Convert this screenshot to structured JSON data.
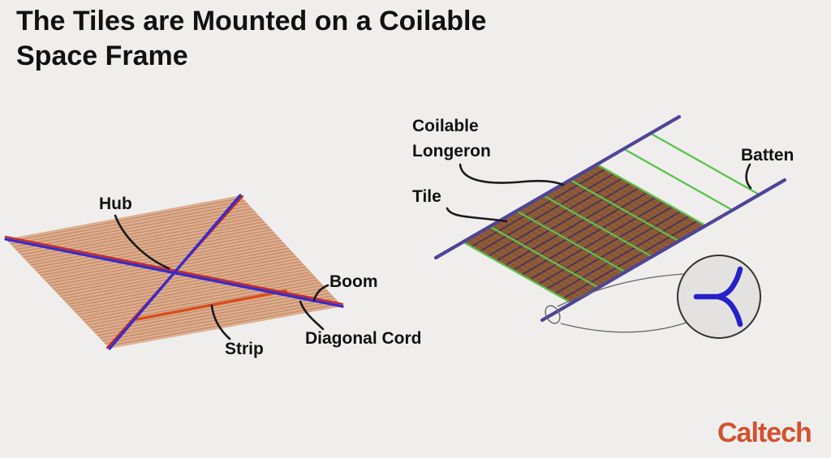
{
  "title": {
    "lines": [
      "The Tiles are Mounted on a Coilable",
      "Space Frame"
    ]
  },
  "left_diagram": {
    "labels": {
      "hub": "Hub",
      "boom": "Boom",
      "strip": "Strip",
      "diagonal_cord": "Diagonal Cord"
    }
  },
  "right_diagram": {
    "labels": {
      "coilable_longeron": "Coilable Longeron",
      "tile": "Tile",
      "batten": "Batten"
    }
  },
  "logo": {
    "text": "Caltech"
  },
  "colors": {
    "background": "#efeeed",
    "title_text": "#111111",
    "label_text": "#111111",
    "membrane_tan": "#dcae92",
    "membrane_stripe": "#c4885f",
    "boom_blue": "#3a2bc8",
    "cord_red": "#c62b26",
    "strip_orange": "#d94c1d",
    "longeron_purple": "#4f4596",
    "batten_green": "#5fbf4f",
    "tile_brown": "#8e5b38",
    "tile_row_line": "#45305c",
    "tile_fine_line": "#6e4227",
    "inset_fill": "#e3e2e1",
    "inset_stroke": "#333333",
    "cross_section_blue": "#2620c8",
    "leader_black": "#1a1a1a",
    "callout_gray": "#666666",
    "caltech_orange": "#d5502e"
  }
}
